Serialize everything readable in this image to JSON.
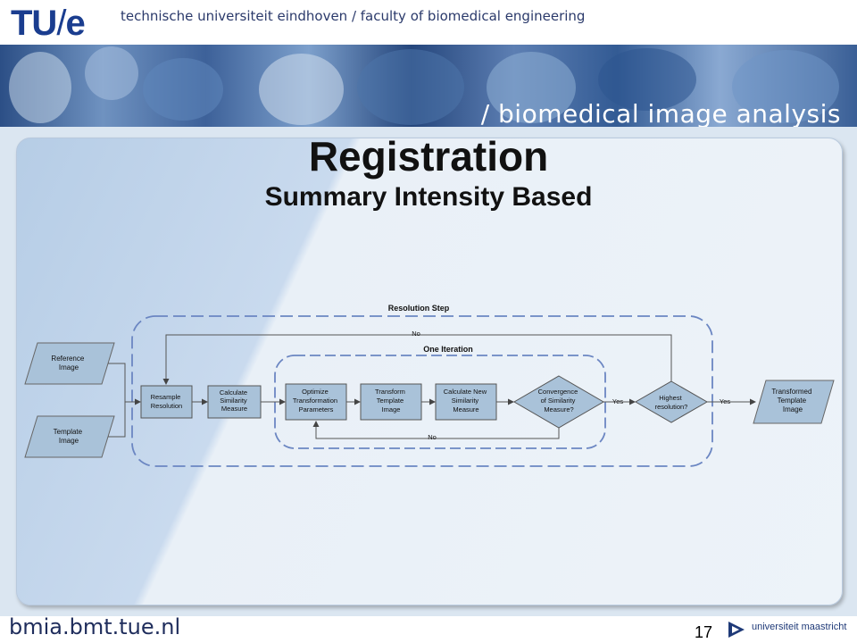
{
  "header": {
    "logo_text": "TU",
    "logo_slash": "/",
    "logo_e": "e",
    "institution": "technische universiteit eindhoven / faculty of biomedical engineering"
  },
  "banner": {
    "title": "/ biomedical image analysis"
  },
  "slide": {
    "title": "Registration",
    "subtitle": "Summary Intensity Based"
  },
  "diagram": {
    "resolution_step_label": "Resolution Step",
    "one_iteration_label": "One Iteration",
    "no_label": "No",
    "yes_label": "Yes",
    "reference_image": [
      "Reference",
      "Image"
    ],
    "template_image": [
      "Template",
      "Image"
    ],
    "resample": [
      "Resample",
      "Resolution"
    ],
    "calc_similarity": [
      "Calculate",
      "Similarity",
      "Measure"
    ],
    "optimize": [
      "Optimize",
      "Transformation",
      "Parameters"
    ],
    "transform": [
      "Transform",
      "Template",
      "Image"
    ],
    "calc_new_similarity": [
      "Calculate New",
      "Similarity",
      "Measure"
    ],
    "convergence": [
      "Convergence",
      "of Similarity",
      "Measure?"
    ],
    "highest": [
      "Highest",
      "resolution?"
    ],
    "transformed": [
      "Transformed",
      "Template",
      "Image"
    ]
  },
  "footer": {
    "url": "bmia.bmt.tue.nl",
    "page_number": "17",
    "partner": "universiteit maastricht"
  },
  "colors": {
    "tue_blue": "#1a3d8f",
    "shape_fill": "#a9c2d9",
    "dashed_border": "#6b86c2"
  }
}
